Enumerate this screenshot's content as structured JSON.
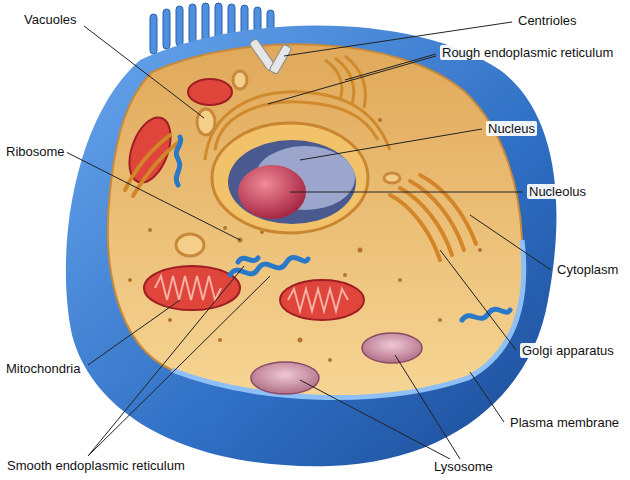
{
  "diagram": {
    "labels": [
      "Vacuoles",
      "Centrioles",
      "Rough endoplasmic reticulum",
      "Nucleus",
      "Ribosome",
      "Nucleolus",
      "Cytoplasm",
      "Mitochondria",
      "Golgi apparatus",
      "Plasma membrane",
      "Smooth endoplasmic reticulum",
      "Lysosome"
    ]
  }
}
